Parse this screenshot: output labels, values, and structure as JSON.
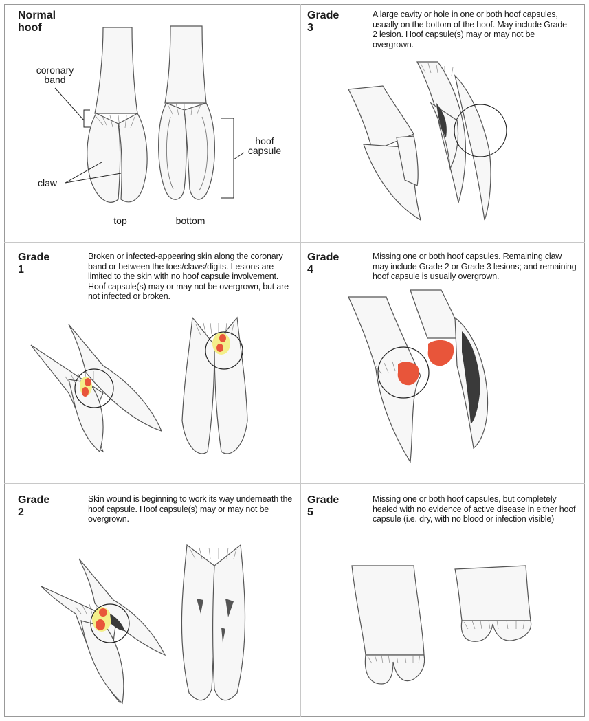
{
  "panels": {
    "normal": {
      "title": "Normal hoof",
      "labels": {
        "coronary_band": "coronary band",
        "claw": "claw",
        "hoof_capsule": "hoof capsule",
        "top": "top",
        "bottom": "bottom"
      }
    },
    "grade1": {
      "title": "Grade 1",
      "description": "Broken or infected-appearing skin along the coronary band or between the toes/claws/digits. Lesions are limited to the skin with no hoof capsule involvement. Hoof capsule(s) may or may not be overgrown, but are not infected or broken."
    },
    "grade2": {
      "title": "Grade 2",
      "description": "Skin wound is beginning to work its way underneath the hoof capsule. Hoof capsule(s) may or may not be overgrown."
    },
    "grade3": {
      "title": "Grade 3",
      "description": "A large cavity or hole in one or both hoof capsules, usually on the bottom of the hoof. May include Grade 2 lesion. Hoof capsule(s) may or may not be overgrown."
    },
    "grade4": {
      "title": "Grade 4",
      "description": "Missing one or both hoof capsules. Remaining claw may include Grade 2 or Grade 3 lesions; and remaining hoof capsule is usually overgrown."
    },
    "grade5": {
      "title": "Grade 5",
      "description": "Missing one or both hoof capsules, but completely healed with no evidence of active disease in either hoof capsule (i.e. dry, with no blood or infection visible)"
    }
  },
  "colors": {
    "lesion_red": "#e8553a",
    "lesion_yellow": "#f4ef8a",
    "cavity_dark": "#3a3a3a"
  }
}
